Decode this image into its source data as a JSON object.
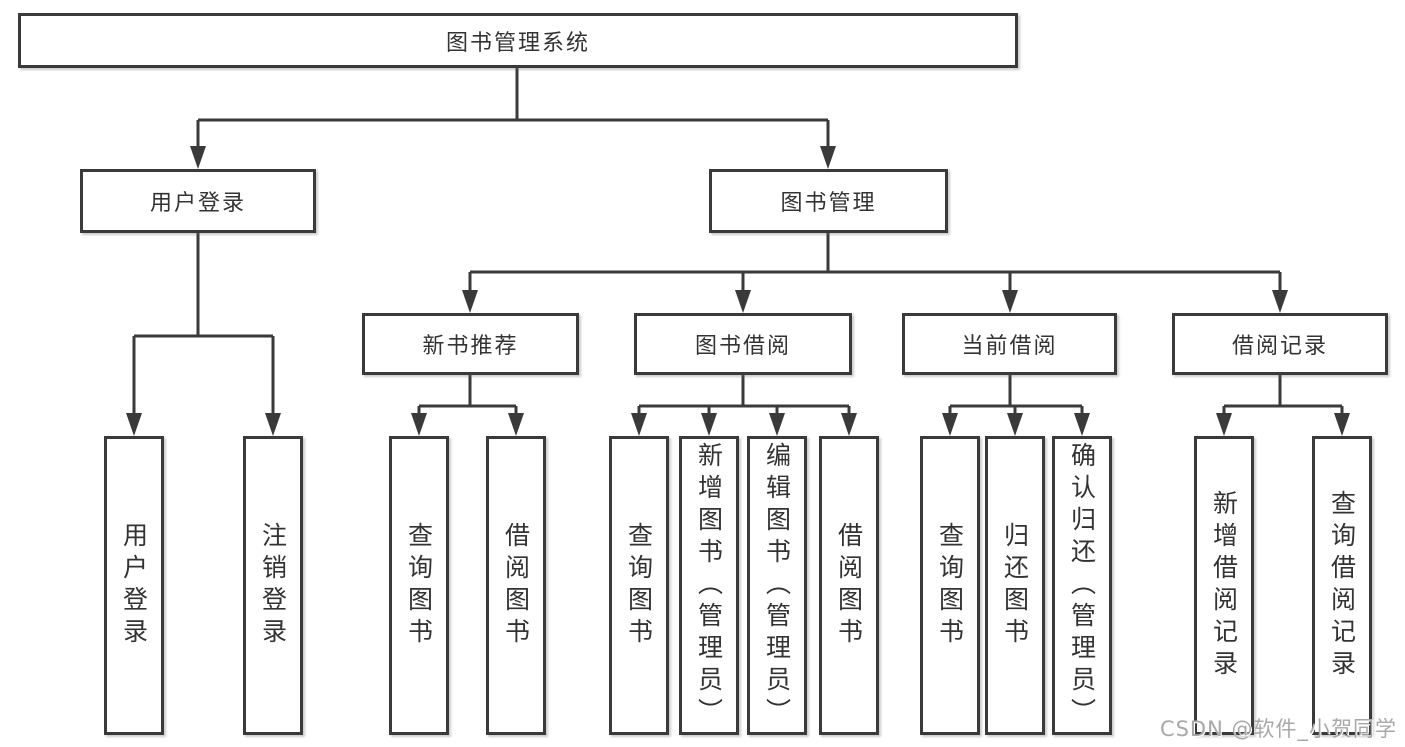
{
  "diagram": {
    "title": "图书管理系统",
    "colors": {
      "line": "#3a3a3a",
      "text": "#333333",
      "background": "#ffffff",
      "watermark": "#a8a8a8"
    },
    "root": {
      "label": "图书管理系统"
    },
    "level2": [
      {
        "label": "用户登录"
      },
      {
        "label": "图书管理"
      }
    ],
    "level3": [
      {
        "label": "新书推荐",
        "parent": "图书管理"
      },
      {
        "label": "图书借阅",
        "parent": "图书管理"
      },
      {
        "label": "当前借阅",
        "parent": "图书管理"
      },
      {
        "label": "借阅记录",
        "parent": "图书管理"
      }
    ],
    "leaves": [
      {
        "label": "用户登录",
        "parent": "用户登录"
      },
      {
        "label": "注销登录",
        "parent": "用户登录"
      },
      {
        "label": "查询图书",
        "parent": "新书推荐"
      },
      {
        "label": "借阅图书",
        "parent": "新书推荐"
      },
      {
        "label": "查询图书",
        "parent": "图书借阅"
      },
      {
        "label": "新增图书（管理员）",
        "parent": "图书借阅"
      },
      {
        "label": "编辑图书（管理员）",
        "parent": "图书借阅"
      },
      {
        "label": "借阅图书",
        "parent": "图书借阅"
      },
      {
        "label": "查询图书",
        "parent": "当前借阅"
      },
      {
        "label": "归还图书",
        "parent": "当前借阅"
      },
      {
        "label": "确认归还（管理员）",
        "parent": "当前借阅"
      },
      {
        "label": "新增借阅记录",
        "parent": "借阅记录"
      },
      {
        "label": "查询借阅记录",
        "parent": "借阅记录"
      }
    ],
    "watermark": "CSDN @软件_小贺同学"
  }
}
